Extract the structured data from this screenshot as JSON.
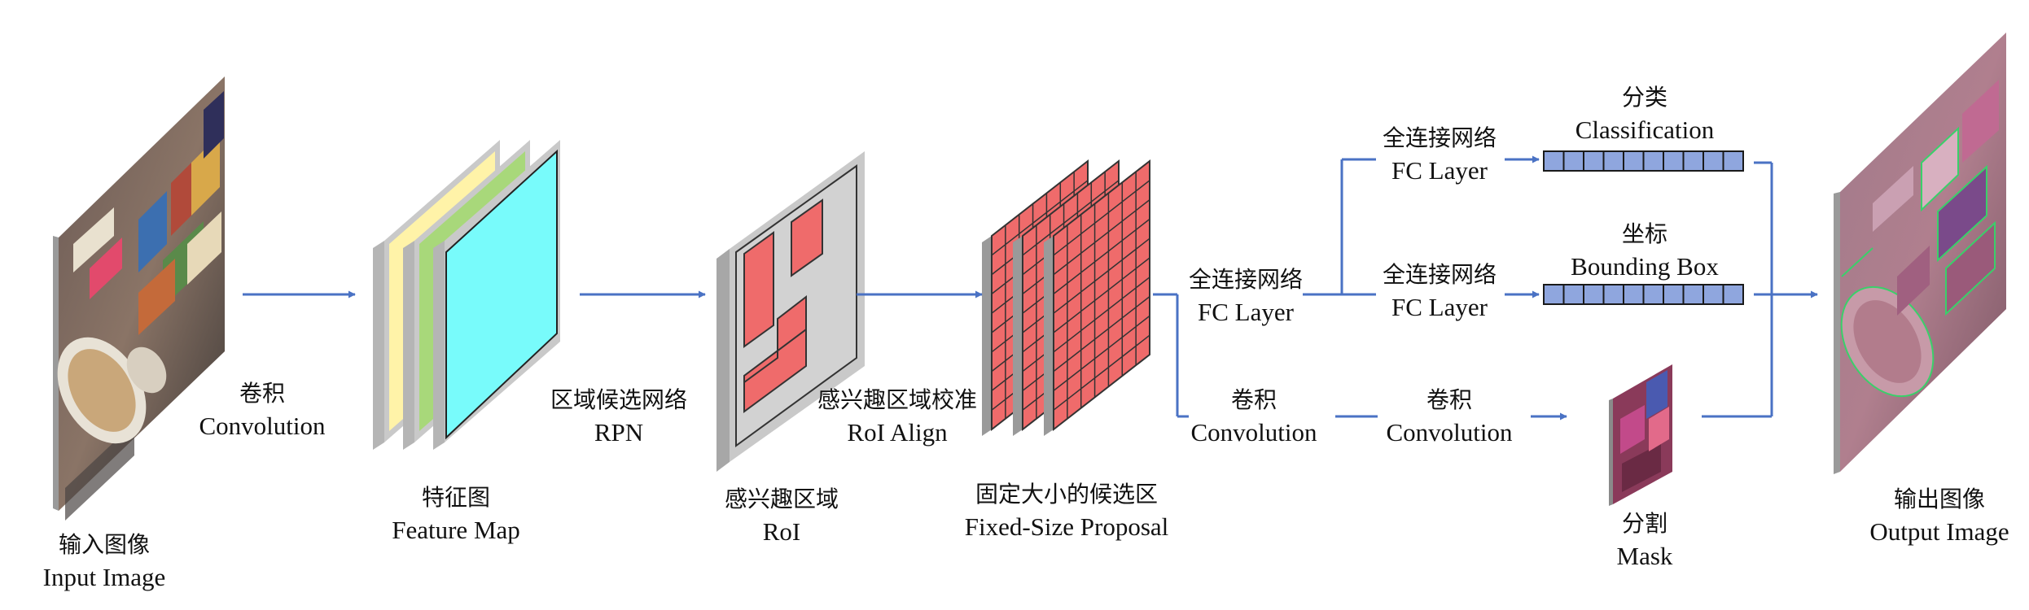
{
  "input": {
    "zh": "输入图像",
    "en": "Input Image"
  },
  "conv1": {
    "zh": "卷积",
    "en": "Convolution"
  },
  "feature_map": {
    "zh": "特征图",
    "en": "Feature Map"
  },
  "rpn": {
    "zh": "区域候选网络",
    "en": "RPN"
  },
  "roi": {
    "zh": "感兴趣区域",
    "en": "RoI"
  },
  "roi_align": {
    "zh": "感兴趣区域校准",
    "en": "RoI Align"
  },
  "proposal": {
    "zh": "固定大小的候选区",
    "en": "Fixed-Size Proposal"
  },
  "fc_main": {
    "zh": "全连接网络",
    "en": "FC Layer"
  },
  "fc_cls": {
    "zh": "全连接网络",
    "en": "FC Layer"
  },
  "fc_box": {
    "zh": "全连接网络",
    "en": "FC Layer"
  },
  "conv_a": {
    "zh": "卷积",
    "en": "Convolution"
  },
  "conv_b": {
    "zh": "卷积",
    "en": "Convolution"
  },
  "classification": {
    "zh": "分类",
    "en": "Classification"
  },
  "bbox": {
    "zh": "坐标",
    "en": "Bounding Box"
  },
  "mask": {
    "zh": "分割",
    "en": "Mask"
  },
  "output": {
    "zh": "输出图像",
    "en": "Output Image"
  },
  "colors": {
    "arrow": "#4a72c4",
    "feature_gray": "#c9c9c9",
    "feature_yellow": "#fff3a8",
    "feature_green": "#a8d87a",
    "feature_cyan": "#78fbfb",
    "roi_red": "#ef6b6b",
    "vector_blue": "#8fa6de"
  }
}
